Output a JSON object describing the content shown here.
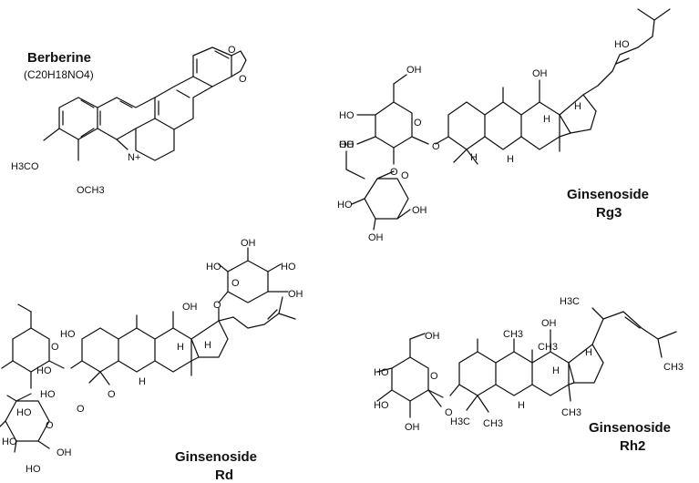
{
  "compounds": {
    "berberine": {
      "name": "Berberine",
      "formula": "(C20H18NO4)",
      "atoms": {
        "o_ring_top": "O",
        "o_ring_bottom": "O",
        "n_plus": "N+",
        "methoxy1": "H3CO",
        "methoxy2": "OCH3"
      }
    },
    "rg3": {
      "name_line1": "Ginsenoside",
      "name_line2": "Rg3",
      "atoms": {
        "oh_side": "HO",
        "oh_c12": "OH",
        "oh_glc1_ch2": "OH",
        "oh_glc1_4": "HO",
        "oh_glc1_3": "HO",
        "o_glc1_ring": "O",
        "o_link_c3": "O",
        "o_link_glc": "O",
        "oh_glc2_ch2": "OH",
        "o_glc2_ring": "O",
        "oh_glc2_4": "HO",
        "oh_glc2_3": "OH",
        "oh_glc2_2": "OH",
        "h1": "H",
        "h2": "H",
        "h3": "H",
        "h4": "H"
      }
    },
    "rd": {
      "name_line1": "Ginsenoside",
      "name_line2": "Rd",
      "atoms": {
        "top_glc_oh1": "HO",
        "top_glc_oh2": "OH",
        "top_glc_oh3": "HO",
        "top_glc_o": "O",
        "top_glc_ch2oh": "OH",
        "o_c20": "O",
        "oh_c12": "OH",
        "glc1_ch2oh": "HO",
        "glc1_o": "O",
        "glc1_oh4": "HO",
        "glc1_oh3": "HO",
        "o_c3": "O",
        "o_link": "O",
        "glc2_ch2oh": "HO",
        "glc2_o": "O",
        "glc2_oh4": "HO",
        "glc2_oh3": "HO",
        "glc2_oh2": "OH",
        "h1": "H",
        "h2": "H",
        "h3": "H"
      }
    },
    "rh2": {
      "name_line1": "Ginsenoside",
      "name_line2": "Rh2",
      "atoms": {
        "ch3_top": "H3C",
        "oh_c12": "OH",
        "ch2oh": "OH",
        "o_ring": "O",
        "oh4": "HO",
        "oh3": "HO",
        "oh2": "OH",
        "o_c3": "O",
        "ch3_a": "CH3",
        "ch3_b": "CH3",
        "ch3_c": "CH3",
        "ch3_d": "H3C",
        "ch3_e": "CH3",
        "h1": "H",
        "h2": "H",
        "h3": "H"
      }
    }
  }
}
